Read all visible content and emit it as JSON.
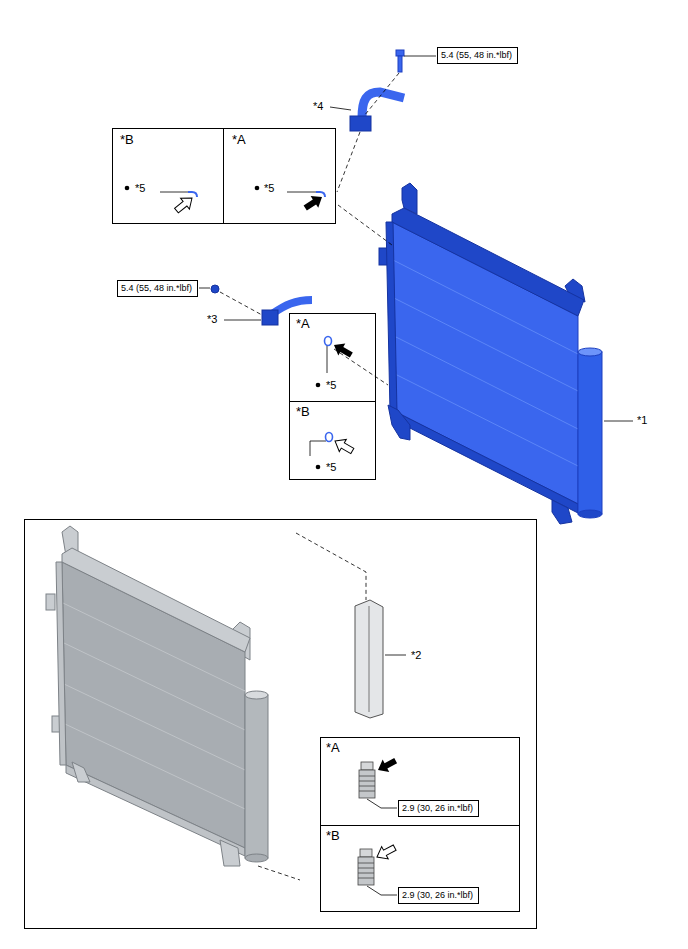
{
  "diagram": {
    "nodes": [
      {
        "text": [
          "5.4 (55, 48 in.*lbf)"
        ]
      },
      {
        "text": [
          "*B",
          "*5"
        ]
      },
      {
        "text": [
          "*A",
          "*5"
        ]
      },
      {
        "text": [
          "5.4 (55, 48 in.*lbf)"
        ]
      },
      {
        "text": [
          "*A",
          "*5"
        ]
      },
      {
        "text": [
          "*B",
          "*5"
        ]
      },
      {
        "text": [
          "*2"
        ]
      },
      {
        "text": [
          "*A"
        ],
        "in": 6
      },
      {
        "text": [
          "2.9 (30, 26 in.*lbf)"
        ],
        "in": 7
      },
      {
        "text": [
          "*B"
        ],
        "in": 6
      },
      {
        "text": [
          "2.9 (30, 26 in.*lbf)"
        ],
        "in": 9
      }
    ],
    "labels": [
      "*4",
      "*3",
      "*1"
    ]
  }
}
